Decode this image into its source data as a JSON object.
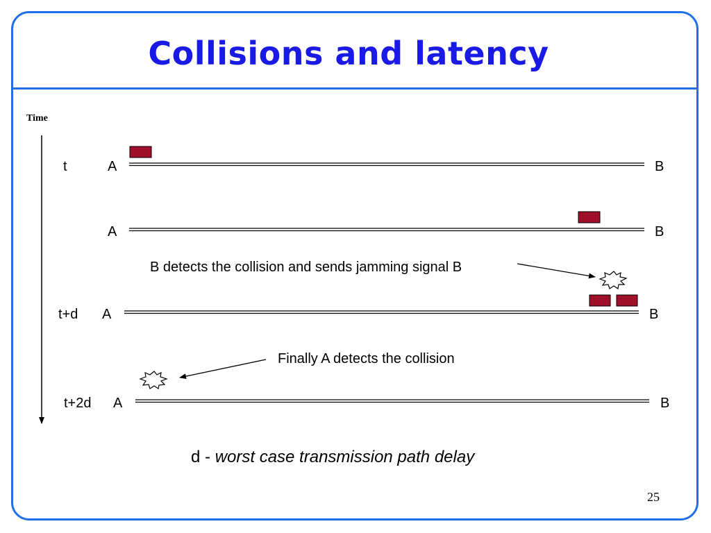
{
  "title": "Collisions and latency",
  "time_axis_label": "Time",
  "rows": [
    {
      "time_label": "t",
      "left_node": "A",
      "right_node": "B"
    },
    {
      "time_label": "",
      "left_node": "A",
      "right_node": "B"
    },
    {
      "time_label": "t+d",
      "left_node": "A",
      "right_node": "B"
    },
    {
      "time_label": "t+2d",
      "left_node": "A",
      "right_node": "B"
    }
  ],
  "annotations": {
    "b_detects": "B detects the collision and sends jamming signal  B",
    "a_detects": "Finally A detects the collision"
  },
  "legend": {
    "prefix": "d - ",
    "definition": "worst case transmission path delay"
  },
  "page_number": "25",
  "colors": {
    "frame": "#1E6FE8",
    "title": "#1A1AE6",
    "packet": "#A0102A"
  }
}
